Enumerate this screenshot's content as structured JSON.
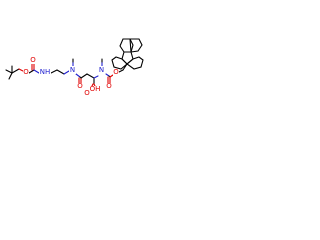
{
  "molecule": {
    "colors": {
      "carbon": "#000000",
      "nitrogen": "#2020d0",
      "oxygen": "#e00000",
      "background": "#ffffff"
    },
    "atom_labels": {
      "boc_o_carbonyl": "O",
      "boc_o_ester": "O",
      "boc_nh": "NH",
      "n_amide_methyl": "N",
      "o_amide_carbonyl": "O",
      "n_fmoc": "N",
      "o_fmoc_carbonyl": "O",
      "o_fmoc_ester": "O",
      "o_acid_hydroxyl": "OH",
      "o_acid_carbonyl": "O"
    }
  }
}
